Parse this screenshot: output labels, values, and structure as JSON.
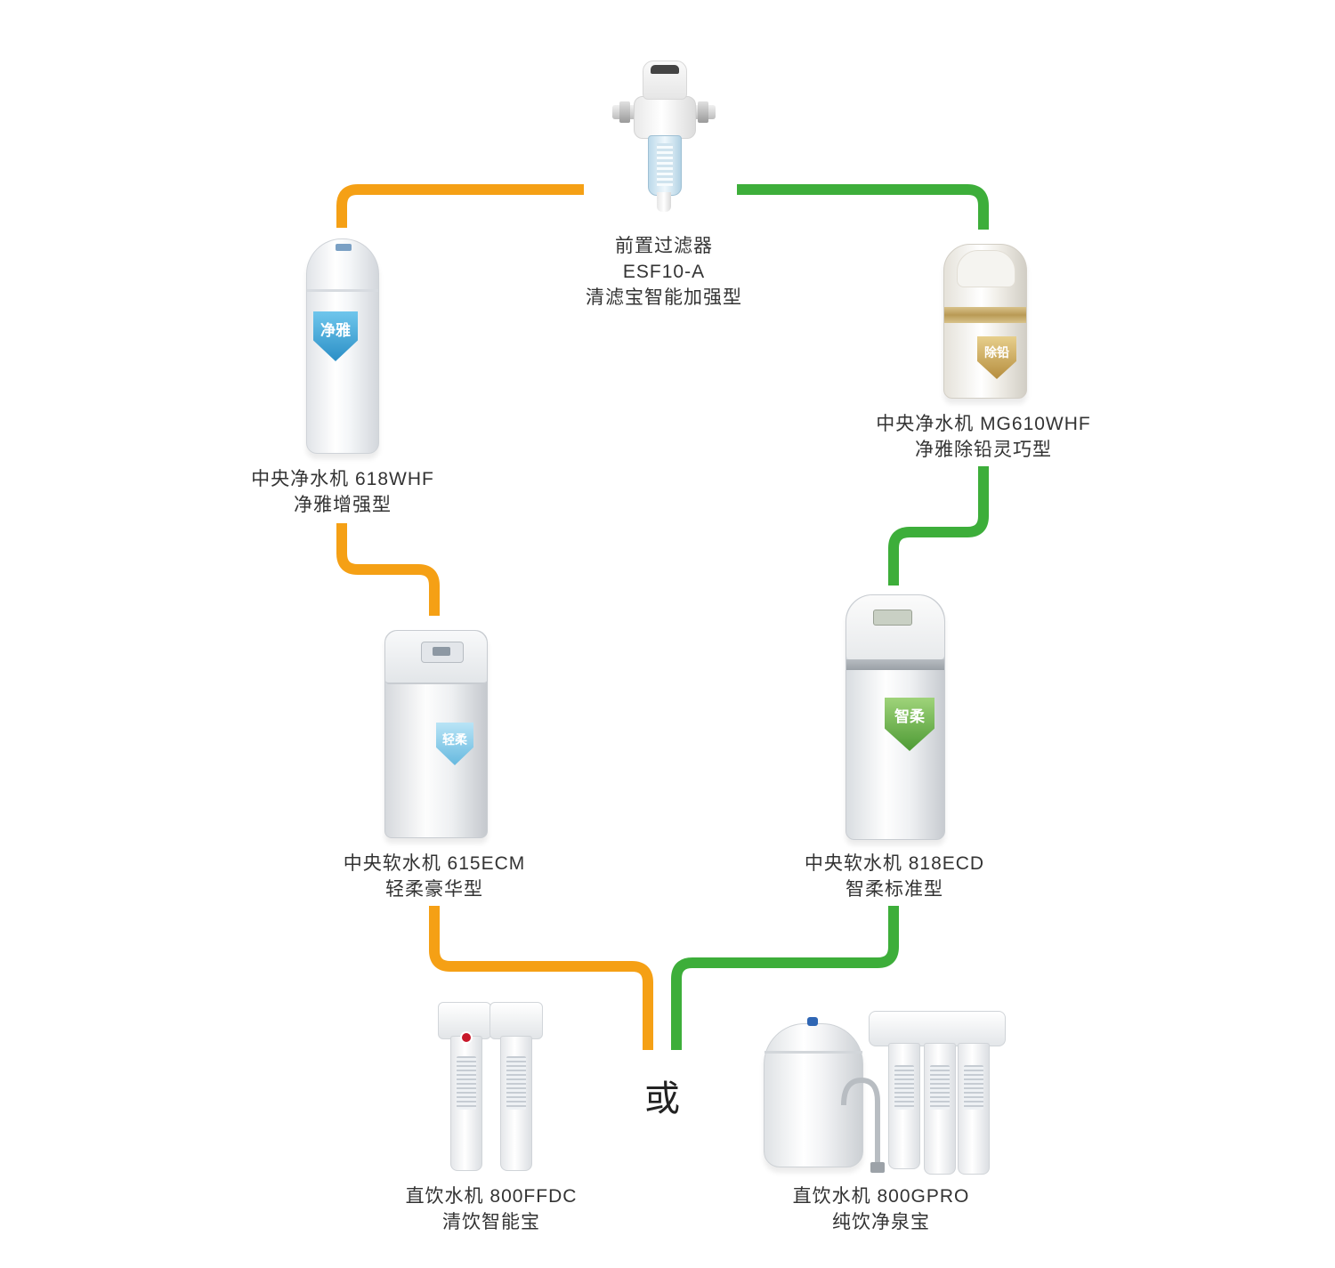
{
  "colors": {
    "orange": "#F5A015",
    "green": "#3DAE3A",
    "text": "#333333"
  },
  "connector_or": "或",
  "products": {
    "prefilter": {
      "name": "前置过滤器",
      "model": "ESF10-A",
      "series": "清滤宝智能加强型"
    },
    "central_618": {
      "name": "中央净水机 618WHF",
      "series": "净雅增强型",
      "badge": "净雅"
    },
    "central_mg610": {
      "name": "中央净水机 MG610WHF",
      "series": "净雅除铅灵巧型",
      "badge": "除铅"
    },
    "softener_615": {
      "name": "中央软水机 615ECM",
      "series": "轻柔豪华型",
      "badge": "轻柔"
    },
    "softener_818": {
      "name": "中央软水机 818ECD",
      "series": "智柔标准型",
      "badge": "智柔"
    },
    "drink_800ffdc": {
      "name": "直饮水机 800FFDC",
      "series": "清饮智能宝"
    },
    "drink_800gpro": {
      "name": "直饮水机 800GPRO",
      "series": "纯饮净泉宝"
    }
  }
}
